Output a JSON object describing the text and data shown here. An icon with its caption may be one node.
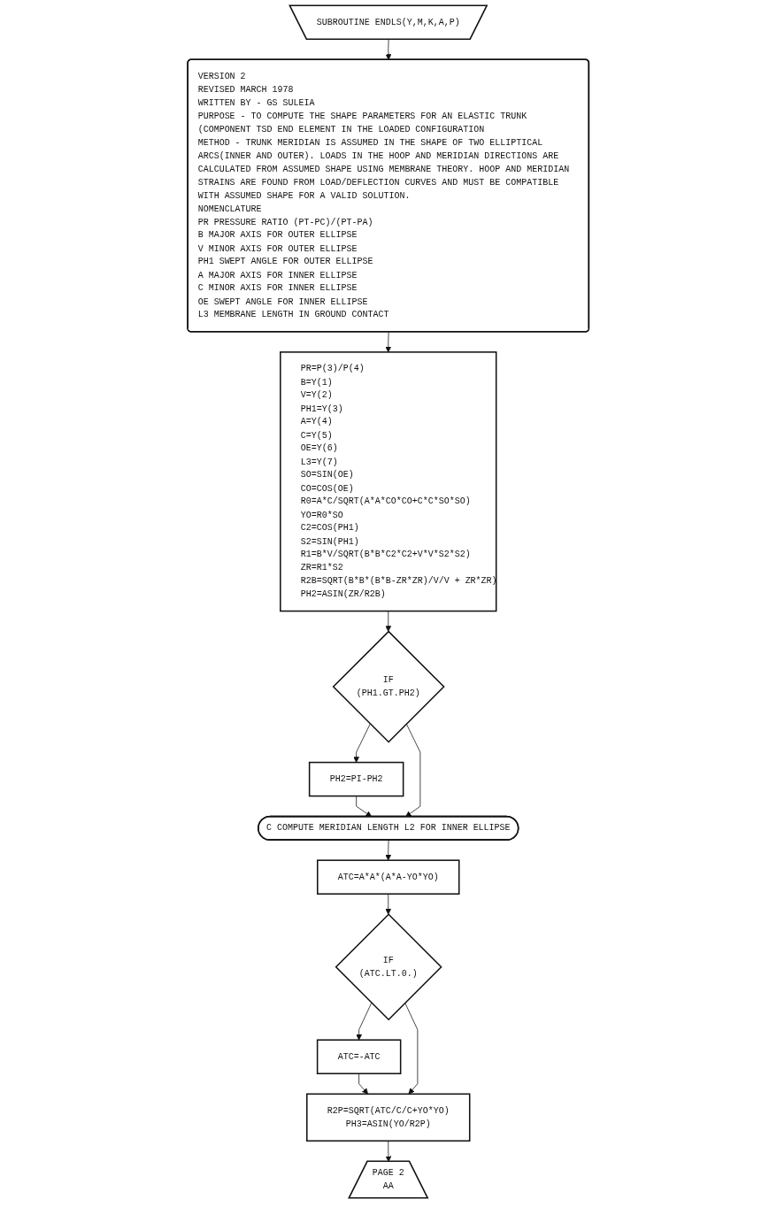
{
  "diagram": {
    "nodes": [
      {
        "text": [
          "SUBROUTINE ENDLS(Y,M,K,A,P)"
        ]
      },
      {
        "text": [
          "VERSION 2",
          "REVISED MARCH 1978",
          "WRITTEN BY - GS SULEIA",
          "PURPOSE - TO COMPUTE THE SHAPE PARAMETERS FOR AN ELASTIC TRUNK (COMPONENT TSD END ELEMENT IN THE LOADED CONFIGURATION",
          "METHOD - TRUNK MERIDIAN IS ASSUMED IN THE SHAPE OF TWO ELLIPTICAL ARCS(INNER AND OUTER). LOADS IN THE HOOP AND MERIDIAN DIRECTIONS ARE CALCULATED FROM ASSUMED SHAPE USING MEMBRANE THEORY. HOOP AND MERIDIAN STRAINS ARE FOUND FROM LOAD/DEFLECTION CURVES AND MUST BE COMPATIBLE WITH ASSUMED SHAPE FOR A VALID SOLUTION.",
          "NOMENCLATURE",
          "PR PRESSURE RATIO (PT-PC)/(PT-PA)",
          "B MAJOR AXIS FOR OUTER ELLIPSE",
          "V MINOR AXIS FOR OUTER ELLIPSE",
          "PH1 SWEPT ANGLE FOR OUTER ELLIPSE",
          "A MAJOR AXIS FOR INNER ELLIPSE",
          "C MINOR AXIS FOR INNER ELLIPSE",
          "OE SWEPT ANGLE FOR INNER ELLIPSE",
          "L3 MEMBRANE LENGTH IN GROUND CONTACT"
        ]
      },
      {
        "text": [
          "PR=P(3)/P(4)",
          "B=Y(1)",
          "V=Y(2)",
          "PH1=Y(3)",
          "A=Y(4)",
          "C=Y(5)",
          "OE=Y(6)",
          "L3=Y(7)",
          "SO=SIN(OE)",
          "CO=COS(OE)",
          "R0=A*C/SQRT(A*A*CO*CO+C*C*SO*SO)",
          "YO=R0*SO",
          "C2=COS(PH1)",
          "S2=SIN(PH1)",
          "R1=B*V/SQRT(B*B*C2*C2+V*V*S2*S2)",
          "ZR=R1*S2",
          "R2B=SQRT(B*B*(B*B-ZR*ZR)/V/V + ZR*ZR)",
          "PH2=ASIN(ZR/R2B)"
        ]
      },
      {
        "text": [
          "IF",
          "(PH1.GT.PH2)"
        ]
      },
      {
        "text": [
          "PH2=PI-PH2"
        ]
      },
      {
        "text": [
          "C COMPUTE MERIDIAN LENGTH L2 FOR INNER ELLIPSE"
        ]
      },
      {
        "text": [
          "ATC=A*A*(A*A-YO*YO)"
        ]
      },
      {
        "text": [
          "IF",
          "(ATC.LT.0.)"
        ]
      },
      {
        "text": [
          "ATC=-ATC"
        ]
      },
      {
        "text": [
          "R2P=SQRT(ATC/C/C+YO*YO)",
          "PH3=ASIN(YO/R2P)"
        ]
      },
      {
        "text": [
          "PAGE 2",
          "AA"
        ]
      }
    ],
    "edges": [
      {
        "from": 0,
        "to": 1,
        "arrow": "to"
      },
      {
        "from": 1,
        "to": 2,
        "arrow": "to"
      },
      {
        "from": 2,
        "to": 3,
        "arrow": "to"
      },
      {
        "from": 3,
        "to": 4,
        "arrow": "to"
      },
      {
        "from": 4,
        "to": 5,
        "arrow": "to"
      },
      {
        "from": 3,
        "to": 5,
        "arrow": "to"
      },
      {
        "from": 5,
        "to": 6,
        "arrow": "to"
      },
      {
        "from": 6,
        "to": 7,
        "arrow": "to"
      },
      {
        "from": 7,
        "to": 8,
        "arrow": "to"
      },
      {
        "from": 8,
        "to": 9,
        "arrow": "to"
      },
      {
        "from": 7,
        "to": 9,
        "arrow": "to"
      },
      {
        "from": 9,
        "to": 10,
        "arrow": "to"
      }
    ]
  }
}
